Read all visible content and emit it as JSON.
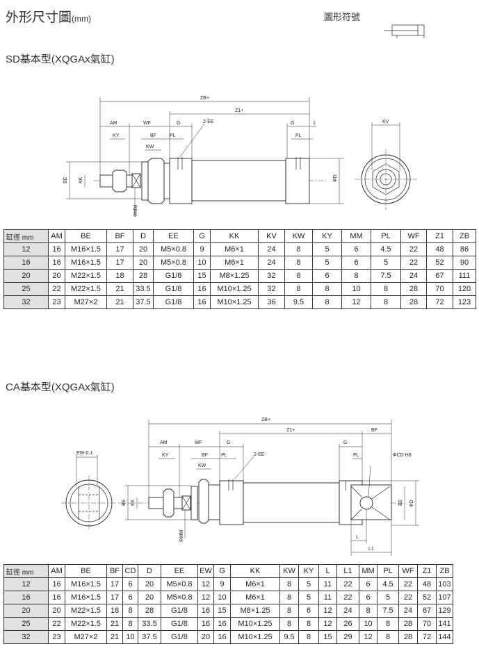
{
  "header": {
    "title": "外形尺寸圖",
    "unit": "(mm)",
    "symbol_label": "圖形符號"
  },
  "sd": {
    "title": "SD基本型(XQGAx氣缸)",
    "drawing_labels": {
      "zb": "ZB+",
      "z1": "Z1+",
      "am": "AM",
      "wf": "WF",
      "g": "G",
      "g2": "G",
      "ee": "2-EE",
      "one": "1",
      "ky": "KY",
      "bf": "BF",
      "pl": "PL",
      "pl2": "PL",
      "kw": "KW",
      "be": "BE",
      "kk": "KK",
      "mm": "ΦMM",
      "d": "ΦD",
      "kv": "KV"
    },
    "table": {
      "headers": [
        "缸徑 mm",
        "AM",
        "BE",
        "BF",
        "D",
        "EE",
        "G",
        "KK",
        "KV",
        "KW",
        "KY",
        "MM",
        "PL",
        "WF",
        "Z1",
        "ZB"
      ],
      "rows": [
        [
          "12",
          "16",
          "M16×1.5",
          "17",
          "20",
          "M5×0.8",
          "9",
          "M6×1",
          "24",
          "8",
          "5",
          "6",
          "4.5",
          "22",
          "48",
          "86"
        ],
        [
          "16",
          "16",
          "M16×1.5",
          "17",
          "20",
          "M5×0.8",
          "10",
          "M6×1",
          "24",
          "8",
          "5",
          "6",
          "5",
          "22",
          "52",
          "90"
        ],
        [
          "20",
          "20",
          "M22×1.5",
          "18",
          "28",
          "G1/8",
          "15",
          "M8×1.25",
          "32",
          "8",
          "6",
          "8",
          "7.5",
          "24",
          "67",
          "111"
        ],
        [
          "25",
          "22",
          "M22×1.5",
          "21",
          "33.5",
          "G1/8",
          "16",
          "M10×1.25",
          "32",
          "8",
          "8",
          "10",
          "8",
          "28",
          "70",
          "120"
        ],
        [
          "32",
          "23",
          "M27×2",
          "21",
          "37.5",
          "G1/8",
          "16",
          "M10×1.25",
          "36",
          "9.5",
          "8",
          "12",
          "8",
          "28",
          "72",
          "123"
        ]
      ]
    }
  },
  "ca": {
    "title": "CA基本型(XQGAx氣缸)",
    "drawing_labels": {
      "zb": "ZB+",
      "z1": "Z1+",
      "bf2": "BF",
      "am": "AM",
      "wf": "WF",
      "g": "G",
      "g2": "G",
      "ee": "2-EE",
      "ky": "KY",
      "bf": "BF",
      "pl": "PL",
      "pl2": "PL",
      "kw": "KW",
      "be": "BE",
      "be2": "BE",
      "kk": "KK",
      "mm": "ΦMM",
      "d": "ΦD",
      "cd": "ΦCD H8",
      "l": "L",
      "l1": "L1",
      "ew": "EW-0.1"
    },
    "table": {
      "headers": [
        "缸徑 mm",
        "AM",
        "BE",
        "BF",
        "CD",
        "D",
        "EE",
        "EW",
        "G",
        "KK",
        "KW",
        "KY",
        "L",
        "L1",
        "MM",
        "PL",
        "WF",
        "Z1",
        "ZB"
      ],
      "rows": [
        [
          "12",
          "16",
          "M16×1.5",
          "17",
          "6",
          "20",
          "M5×0.8",
          "12",
          "9",
          "M6×1",
          "8",
          "5",
          "11",
          "22",
          "6",
          "4.5",
          "22",
          "48",
          "103"
        ],
        [
          "16",
          "16",
          "M16×1.5",
          "17",
          "6",
          "20",
          "M5×0.8",
          "12",
          "10",
          "M6×1",
          "8",
          "5",
          "11",
          "22",
          "6",
          "5",
          "22",
          "52",
          "107"
        ],
        [
          "20",
          "20",
          "M22×1.5",
          "18",
          "8",
          "28",
          "G1/8",
          "16",
          "15",
          "M8×1.25",
          "8",
          "6",
          "12",
          "24",
          "8",
          "7.5",
          "24",
          "67",
          "129"
        ],
        [
          "25",
          "22",
          "M22×1.5",
          "21",
          "8",
          "33.5",
          "G1/8",
          "16",
          "16",
          "M10×1.25",
          "8",
          "8",
          "12",
          "26",
          "10",
          "8",
          "28",
          "70",
          "141"
        ],
        [
          "32",
          "23",
          "M27×2",
          "21",
          "10",
          "37.5",
          "G1/8",
          "20",
          "16",
          "M10×1.25",
          "9.5",
          "8",
          "15",
          "29",
          "12",
          "8",
          "28",
          "72",
          "144"
        ]
      ]
    }
  }
}
